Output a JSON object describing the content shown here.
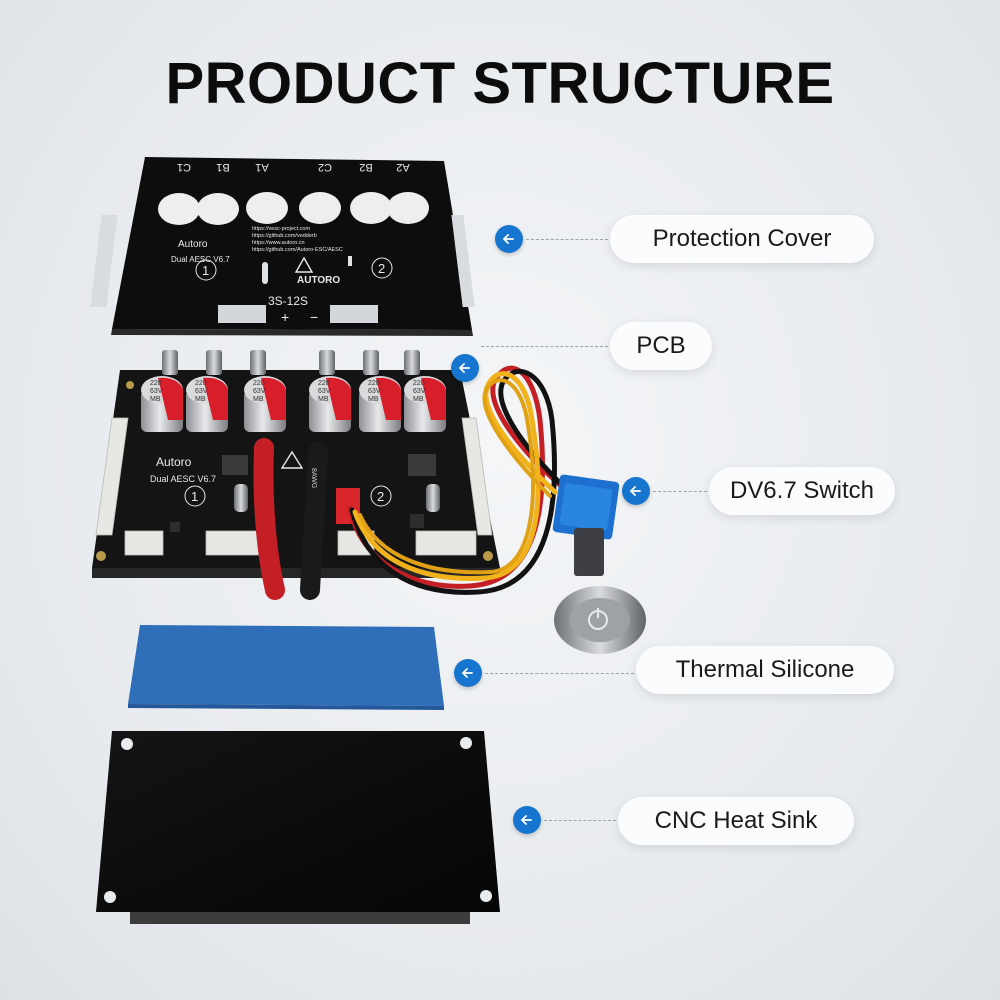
{
  "title": "PRODUCT STRUCTURE",
  "labels": {
    "cover": "Protection Cover",
    "pcb": "PCB",
    "switch": "DV6.7 Switch",
    "thermal": "Thermal Silicone",
    "heatsink": "CNC Heat Sink"
  },
  "board_text": {
    "top_terminals": [
      "C1",
      "B1",
      "A1",
      "C2",
      "B2",
      "A2"
    ],
    "brand": "Autoro",
    "model": "Dual  AESC V6.7",
    "logo": "AUTORO",
    "voltage": "3S-12S",
    "plus": "+",
    "minus": "−",
    "ch1": "1",
    "ch2": "2",
    "links": [
      "https://vesc-project.com",
      "https://github.com/vedderb",
      "https://www.autoro.cn",
      "https://github.com/Autoro-ESC/AESC"
    ],
    "cap_values": [
      "220",
      "63V",
      "MB"
    ]
  },
  "colors": {
    "accent": "#1675cf",
    "board": "#121212",
    "thermal_pad": "#2f6fba",
    "cap_red": "#d81e2a"
  }
}
